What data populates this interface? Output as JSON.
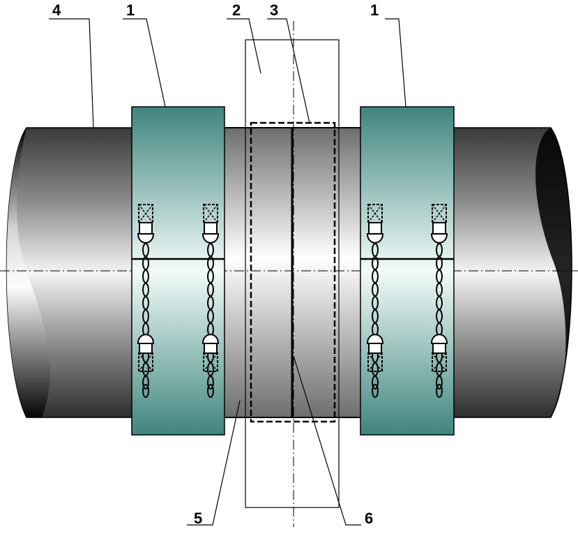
{
  "labels": {
    "pipe": "4",
    "clamp_left": "1",
    "clamp_right": "1",
    "sleeve": "2",
    "weld_zone": "3",
    "pipe_section": "5",
    "weld_seam": "6"
  }
}
